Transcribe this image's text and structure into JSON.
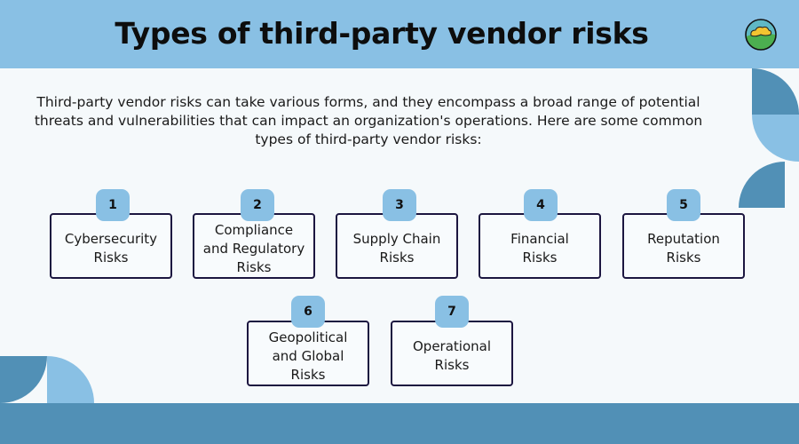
{
  "header": {
    "title": "Types of third-party vendor risks",
    "logo_icon": "cloud-hill-logo-icon"
  },
  "intro": {
    "text": "Third-party vendor risks can take various forms, and they encompass a broad range of potential threats and vulnerabilities that can impact an organization's operations. Here are some common types of third-party vendor risks:"
  },
  "risks": [
    {
      "number": "1",
      "label": "Cybersecurity Risks"
    },
    {
      "number": "2",
      "label": "Compliance and Regulatory Risks"
    },
    {
      "number": "3",
      "label": "Supply Chain Risks"
    },
    {
      "number": "4",
      "label": "Financial Risks"
    },
    {
      "number": "5",
      "label": "Reputation Risks"
    },
    {
      "number": "6",
      "label": "Geopolitical and Global Risks"
    },
    {
      "number": "7",
      "label": "Operational Risks"
    }
  ],
  "colors": {
    "header": "#89c0e4",
    "accent_dark": "#5190b6",
    "accent_light": "#89c0e4",
    "border": "#1c1640",
    "background": "#f5f9fb"
  }
}
